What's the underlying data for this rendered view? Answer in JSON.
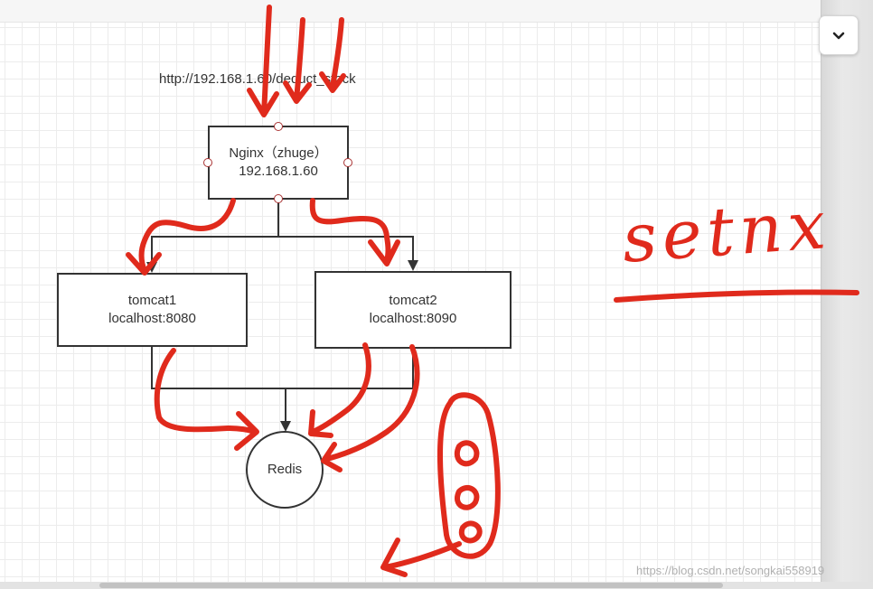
{
  "diagram": {
    "url_label": "http://192.168.1.60/deduct_stock",
    "nginx": {
      "line1": "Nginx（zhuge）",
      "line2": "192.168.1.60"
    },
    "tomcat1": {
      "line1": "tomcat1",
      "line2": "localhost:8080"
    },
    "tomcat2": {
      "line1": "tomcat2",
      "line2": "localhost:8090"
    },
    "redis": {
      "label": "Redis"
    }
  },
  "annotation": {
    "handwritten_text": "setnx"
  },
  "watermark": "https://blog.csdn.net/songkai558919",
  "icons": {
    "collapse": "chevron-down-icon"
  },
  "colors": {
    "annotation": "#e02a1c",
    "line": "#333333",
    "grid": "#ececec"
  }
}
